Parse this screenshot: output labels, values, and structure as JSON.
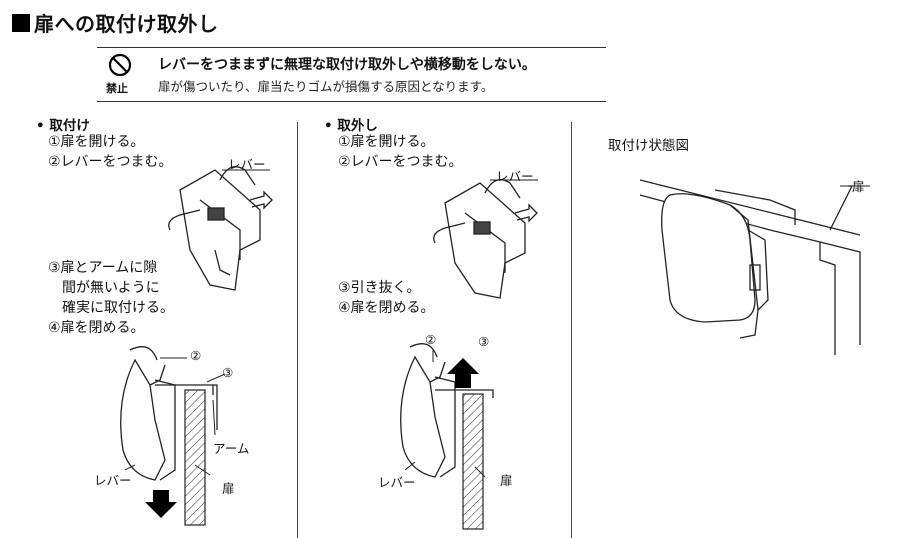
{
  "title": "扉への取付け取外し",
  "warning": {
    "icon": "prohibition-icon",
    "label": "禁止",
    "main": "レバーをつままずに無理な取付け取外しや横移動をしない。",
    "sub": "扉が傷ついたり、扉当たりゴムが損傷する原因となります。"
  },
  "attach": {
    "heading": "• 取付け",
    "steps": [
      "①扉を開ける。",
      "②レバーをつまむ。",
      "③扉とアームに隙",
      "間が無いように",
      "確実に取付ける。",
      "④扉を閉める。"
    ],
    "labels": {
      "lever_top": "レバー",
      "circle2": "②",
      "circle3": "③",
      "arm": "アーム",
      "lever_bottom": "レバー",
      "door": "扉"
    }
  },
  "detach": {
    "heading": "• 取外し",
    "steps": [
      "①扉を開ける。",
      "②レバーをつまむ。",
      "③引き抜く。",
      "④扉を閉める。"
    ],
    "labels": {
      "lever_top": "レバー",
      "circle2": "②",
      "circle3": "③",
      "lever_bottom": "レバー",
      "door": "扉"
    }
  },
  "state": {
    "heading": "取付け状態図",
    "door_label": "扉"
  }
}
